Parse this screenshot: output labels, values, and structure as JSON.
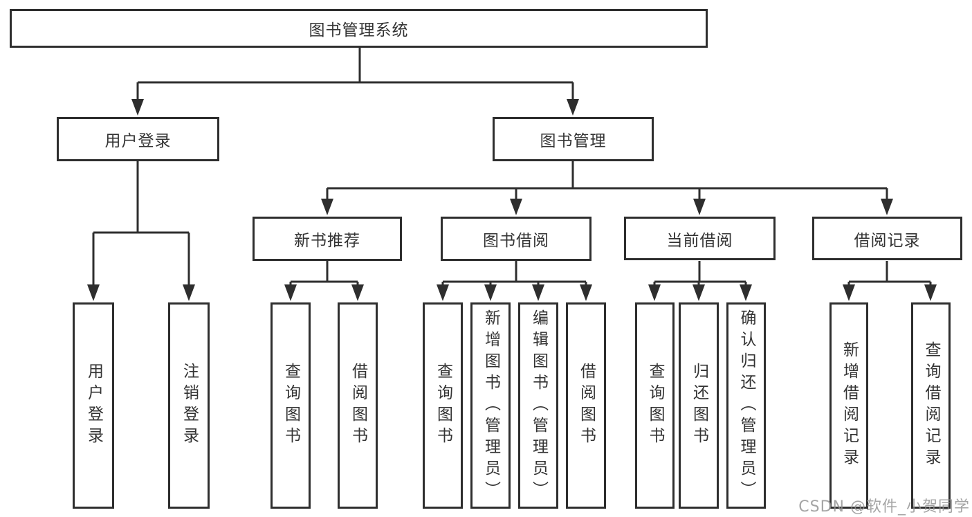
{
  "diagram": {
    "title": "图书管理系统",
    "nodes": {
      "root": "图书管理系统",
      "user_login_group": "用户登录",
      "book_mgmt_group": "图书管理",
      "new_book_rec": "新书推荐",
      "book_borrow": "图书借阅",
      "current_borrow": "当前借阅",
      "borrow_records": "借阅记录",
      "leaves": {
        "user_login": "用户登录",
        "logout": "注销登录",
        "nb_query": "查询图书",
        "nb_borrow": "借阅图书",
        "bb_query": "查询图书",
        "bb_add": "新增图书（管理员）",
        "bb_edit": "编辑图书（管理员）",
        "bb_borrow": "借阅图书",
        "cb_query": "查询图书",
        "cb_return": "归还图书",
        "cb_confirm": "确认归还（管理员）",
        "br_add": "新增借阅记录",
        "br_query": "查询借阅记录"
      }
    },
    "colors": {
      "line": "#2e2e2e",
      "box_background": "#ffffff",
      "text": "#333333",
      "watermark": "#919191"
    }
  },
  "watermark": "CSDN @软件_小贺同学"
}
